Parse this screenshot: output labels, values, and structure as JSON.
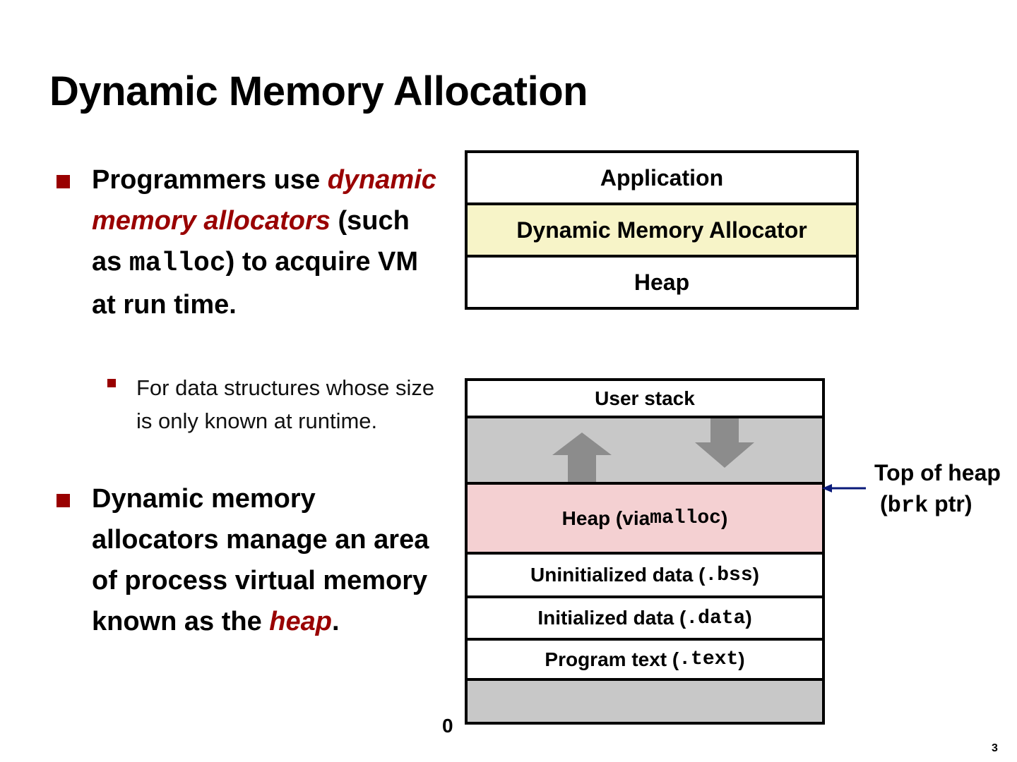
{
  "slide": {
    "title": "Dynamic Memory Allocation",
    "page_number": "3"
  },
  "bullets": [
    {
      "parts": {
        "t1": "Programmers use ",
        "em1": "dynamic memory allocators",
        "t2": " (such as ",
        "code1": "malloc",
        "t3": ") to acquire VM at run time."
      },
      "sub_bullets": [
        {
          "text": "For data structures whose size is only known at runtime."
        }
      ]
    },
    {
      "parts": {
        "t1": "Dynamic memory allocators manage an area of process virtual memory known as the ",
        "em1": "heap",
        "t2": "."
      }
    }
  ],
  "layer_diagram": {
    "layers": [
      {
        "label": "Application"
      },
      {
        "label": "Dynamic Memory Allocator",
        "color": "#f7f4c8"
      },
      {
        "label": "Heap"
      }
    ]
  },
  "memory_layout": {
    "segments": {
      "user_stack": {
        "label": "User stack"
      },
      "gap": {
        "label": "",
        "color": "#c8c8c8"
      },
      "heap": {
        "pre": "Heap (via ",
        "code": "malloc",
        "post": ")",
        "color": "#f4d0d2"
      },
      "bss": {
        "pre": "Uninitialized data (",
        "code": ".bss",
        "post": ")"
      },
      "data": {
        "pre": "Initialized data (",
        "code": ".data",
        "post": ")"
      },
      "text": {
        "pre": "Program text (",
        "code": ".text",
        "post": ")"
      },
      "bottom": {
        "label": "",
        "color": "#c8c8c8"
      }
    },
    "address_zero_label": "0",
    "brk_annotation": {
      "line1": "Top of heap",
      "line2_pre": "(",
      "line2_code": "brk",
      "line2_post": " ptr)",
      "arrow_color": "#0a1a7a"
    }
  },
  "colors": {
    "accent": "#990000",
    "growth_arrow": "#8c8c8c"
  }
}
